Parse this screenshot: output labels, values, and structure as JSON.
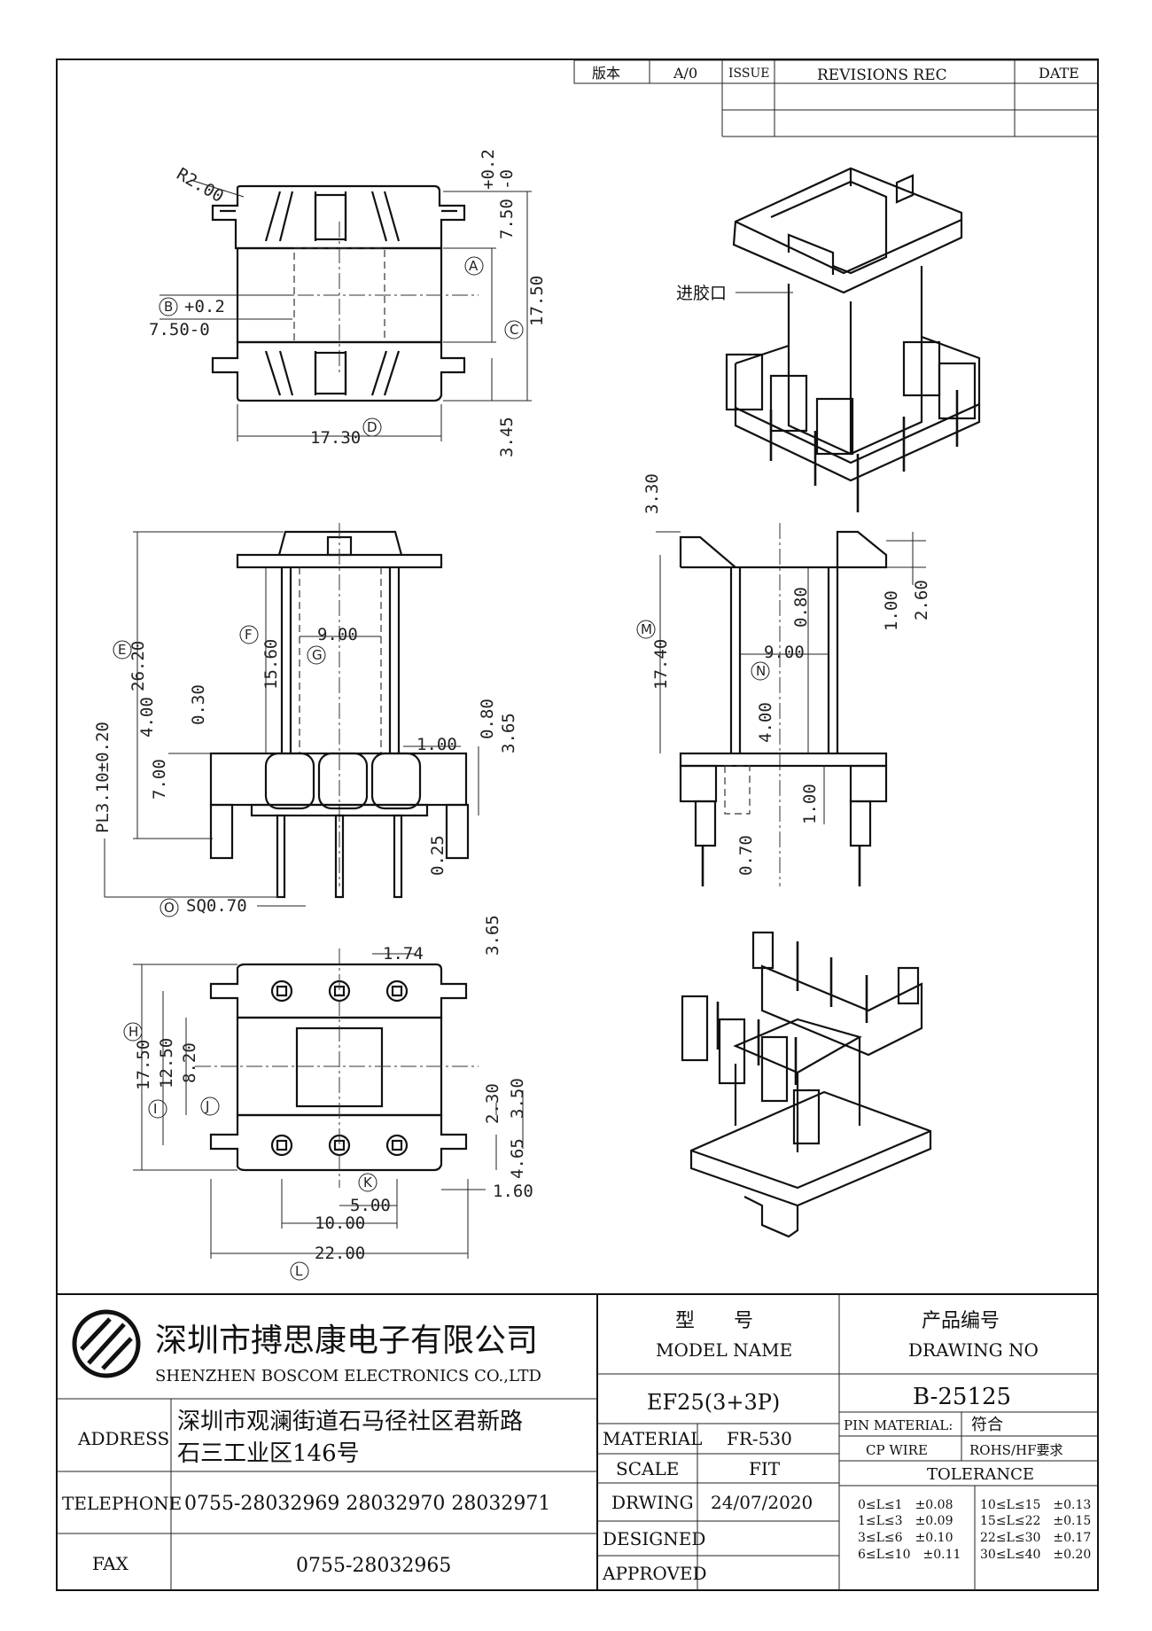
{
  "revision_block": {
    "version_label": "版本",
    "version_value": "A/0",
    "issue_header": "ISSUE",
    "revisions_header": "REVISIONS REC",
    "date_header": "DATE"
  },
  "drawing": {
    "top_view": {
      "radius": "R2.00",
      "dim_750_top": "7.50",
      "tol_top": "+0.2\n-0",
      "dim_1750": "17.50",
      "dim_345": "3.45",
      "dim_1730": "17.30",
      "dim_750_left": "+0.2\n7.50-0",
      "markers": [
        "A",
        "B",
        "C",
        "D"
      ]
    },
    "front_view": {
      "dim_2620": "26.20",
      "dim_1560": "15.60",
      "dim_900": "9.00",
      "dim_400": "4.00",
      "dim_030": "0.30",
      "dim_700": "7.00",
      "dim_080": "0.80",
      "dim_100": "1.00",
      "dim_365": "3.65",
      "dim_025": "0.25",
      "pitch": "PL3.10±0.20",
      "sq": "SQ0.70",
      "markers": [
        "E",
        "F",
        "G",
        "O"
      ]
    },
    "side_view": {
      "dim_330": "3.30",
      "dim_1740": "17.40",
      "dim_080": "0.80",
      "dim_900": "9.00",
      "dim_400": "4.00",
      "dim_100a": "1.00",
      "dim_260": "2.60",
      "dim_100b": "1.00",
      "dim_070": "0.70",
      "markers": [
        "M",
        "N"
      ]
    },
    "bottom_view": {
      "dim_174": "1.74",
      "dim_365": "3.65",
      "dim_1750": "17.50",
      "dim_1250": "12.50",
      "dim_820": "8.20",
      "dim_230": "2.30",
      "dim_350": "3.50",
      "dim_465": "4.65",
      "dim_160": "1.60",
      "dim_500": "5.00",
      "dim_1000": "10.00",
      "dim_2200": "22.00",
      "markers": [
        "H",
        "I",
        "J",
        "K",
        "L"
      ]
    },
    "iso_callout": "进胶口"
  },
  "title_block": {
    "company_cn": "深圳市搏思康电子有限公司",
    "company_en": "SHENZHEN BOSCOM ELECTRONICS CO.,LTD",
    "model_label_cn": "型　　号",
    "model_label_en": "MODEL NAME",
    "model_value": "EF25(3+3P)",
    "drawing_no_label_cn": "产品编号",
    "drawing_no_label_en": "DRAWING NO",
    "drawing_no_value": "B-25125",
    "address_label": "ADDRESS",
    "address_line1": "深圳市观澜街道石马径社区君新路",
    "address_line2": "石三工业区146号",
    "telephone_label": "TELEPHONE",
    "telephone_value": "0755-28032969 28032970 28032971",
    "fax_label": "FAX",
    "fax_value": "0755-28032965",
    "material_label": "MATERIAL",
    "material_value": "FR-530",
    "scale_label": "SCALE",
    "scale_value": "FIT",
    "drawing_label": "DRWING",
    "drawing_date": "24/07/2020",
    "designed_label": "DESIGNED",
    "approved_label": "APPROVED",
    "pin_material_label": "PIN MATERIAL:",
    "pin_material_value": "符合",
    "cp_wire_label": "CP WIRE",
    "cp_wire_value": "ROHS/HF要求",
    "tolerance_label": "TOLERANCE",
    "tolerance_left": [
      "0≤L≤1　±0.08",
      "1≤L≤3　±0.09",
      "3≤L≤6　±0.10",
      "6≤L≤10　±0.11"
    ],
    "tolerance_right": [
      "10≤L≤15　±0.13",
      "15≤L≤22　±0.15",
      "22≤L≤30　±0.17",
      "30≤L≤40　±0.20"
    ]
  }
}
